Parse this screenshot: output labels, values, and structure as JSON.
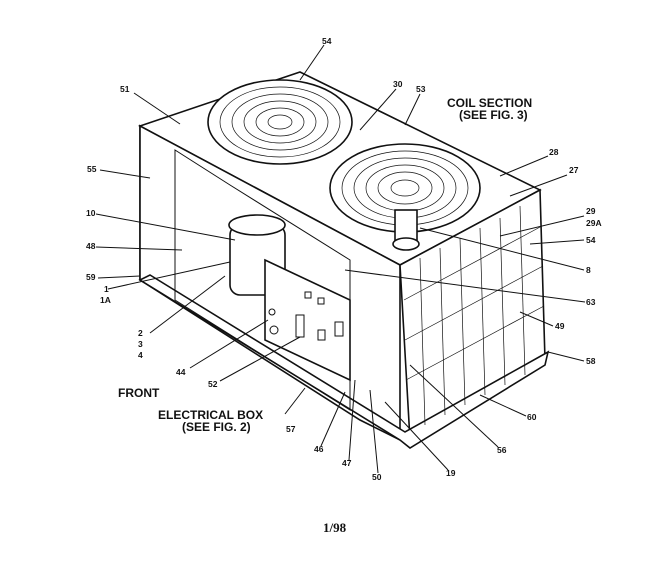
{
  "labels": {
    "l54a": "54",
    "l51": "51",
    "l30": "30",
    "l53": "53",
    "l55": "55",
    "l28": "28",
    "l27": "27",
    "l10": "10",
    "l48": "48",
    "l59": "59",
    "l29": "29",
    "l29A": "29A",
    "l54b": "54",
    "l8": "8",
    "l1": "1",
    "l1A": "1A",
    "l2": "2",
    "l3": "3",
    "l4": "4",
    "l63": "63",
    "l49": "49",
    "l44": "44",
    "l52": "52",
    "l58": "58",
    "l57": "57",
    "l46": "46",
    "l47": "47",
    "l50": "50",
    "l19": "19",
    "l56": "56",
    "l60": "60"
  },
  "captions": {
    "coil_section_1": "COIL SECTION",
    "coil_section_2": "(SEE FIG. 3)",
    "front": "FRONT",
    "electrical_box_1": "ELECTRICAL BOX",
    "electrical_box_2": "(SEE FIG. 2)"
  },
  "footer": {
    "date": "1/98"
  }
}
